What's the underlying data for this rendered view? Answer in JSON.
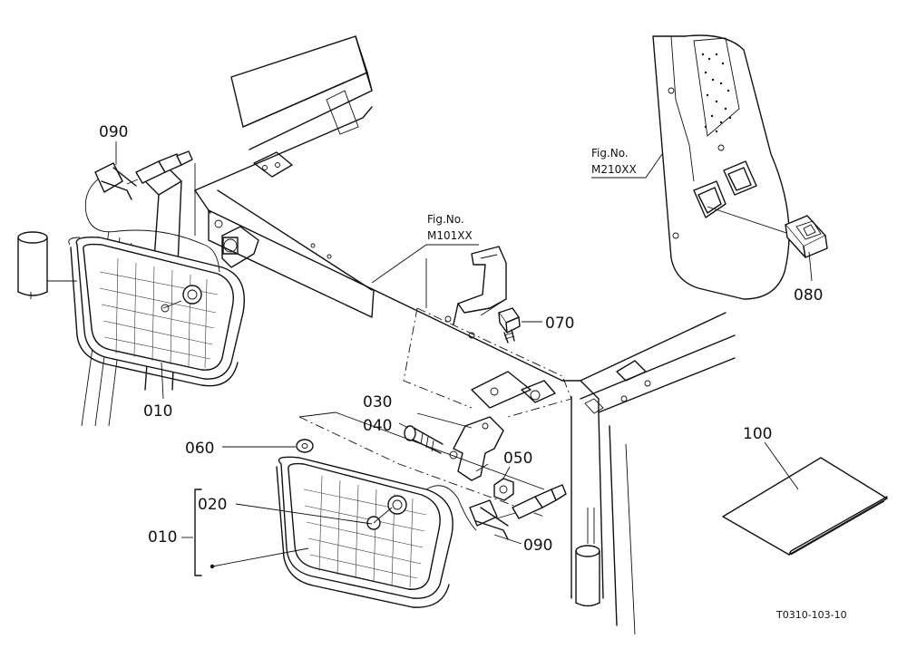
{
  "figure_refs": [
    {
      "line1": "Fig.No.",
      "line2": "M210XX"
    },
    {
      "line1": "Fig.No.",
      "line2": "M101XX"
    }
  ],
  "callouts": [
    "090",
    "010",
    "070",
    "030",
    "040",
    "050",
    "060",
    "020",
    "010",
    "090",
    "080",
    "100"
  ],
  "drawing_code": "T0310-103-10"
}
